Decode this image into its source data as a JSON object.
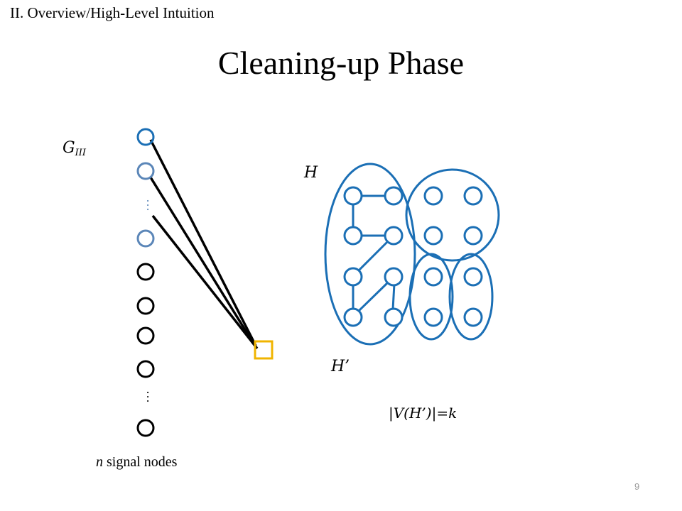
{
  "header": {
    "section_label": "II. Overview/High-Level Intuition",
    "title": "Cleaning-up Phase"
  },
  "diagram": {
    "graph_label": "G",
    "graph_label_subscript": "III",
    "set_label": "H",
    "subset_label": "H’",
    "size_equation": "|V(H’)|=k",
    "signal_caption_var": "n",
    "signal_caption_text": "signal nodes",
    "ellipsis": "…",
    "colors": {
      "node_blue": "#1b6fb5",
      "node_blue_light": "#5b86b8",
      "node_black": "#000000",
      "check_node": "#f0b400"
    }
  },
  "footer": {
    "page_number": "9"
  }
}
